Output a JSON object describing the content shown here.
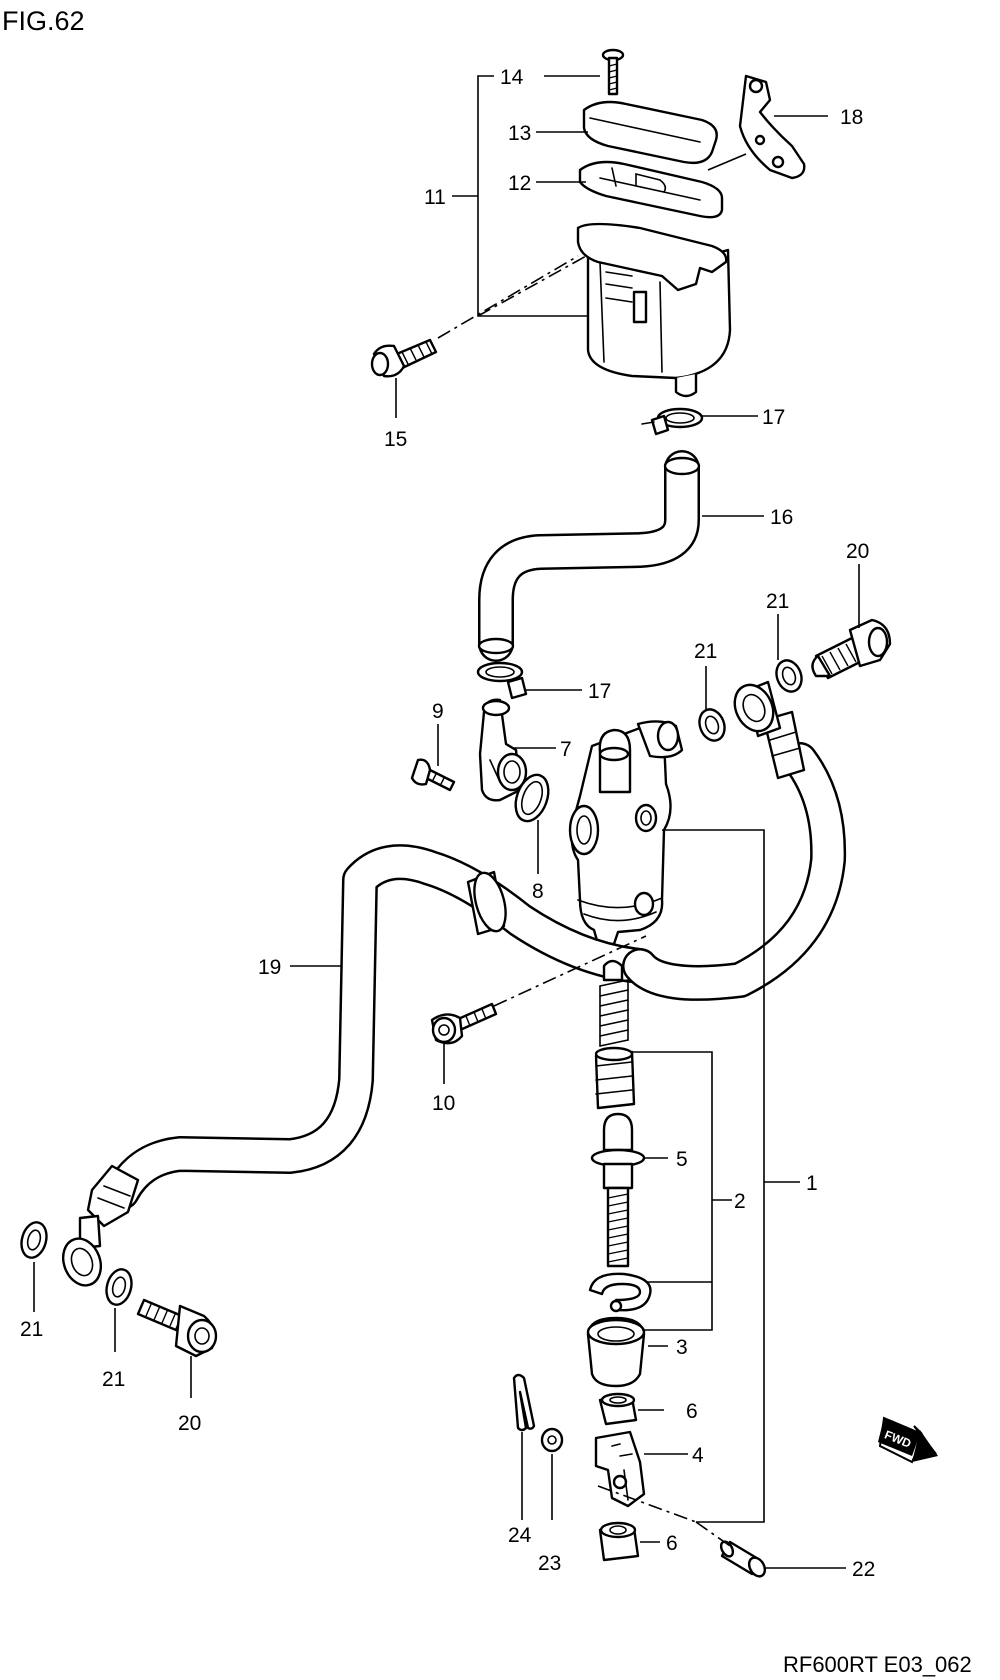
{
  "figure": {
    "title": "FIG.62",
    "code": "RF600RT E03_062"
  },
  "fwd_badge": "FWD",
  "callouts": {
    "c1": "1",
    "c2": "2",
    "c3": "3",
    "c4": "4",
    "c5": "5",
    "c6a": "6",
    "c6b": "6",
    "c7": "7",
    "c8": "8",
    "c9": "9",
    "c10": "10",
    "c11": "11",
    "c12": "12",
    "c13": "13",
    "c14": "14",
    "c15": "15",
    "c16": "16",
    "c17a": "17",
    "c17b": "17",
    "c18": "18",
    "c19": "19",
    "c20a": "20",
    "c20b": "20",
    "c21a": "21",
    "c21b": "21",
    "c21c": "21",
    "c21d": "21",
    "c22": "22",
    "c23": "23",
    "c24": "24"
  }
}
